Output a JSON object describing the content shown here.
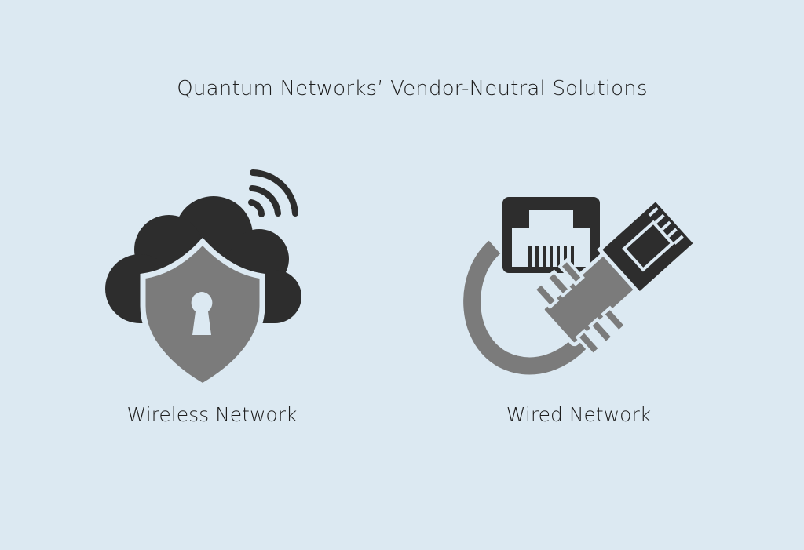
{
  "title": "Quantum Networks’ Vendor-Neutral Solutions",
  "items": [
    {
      "label": "Wireless Network",
      "icon": "cloud-shield-wifi-icon"
    },
    {
      "label": "Wired Network",
      "icon": "ethernet-cable-icon"
    }
  ],
  "colors": {
    "background": "#dce9f2",
    "dark": "#2d2d2d",
    "gray": "#7b7b7b"
  }
}
